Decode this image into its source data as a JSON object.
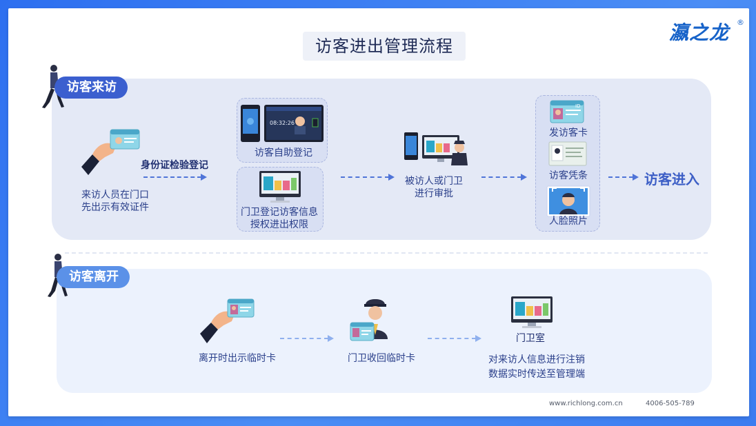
{
  "title": "访客进出管理流程",
  "logo": {
    "text": "瀛之龙",
    "registered": "®"
  },
  "enter": {
    "pill_label": "访客来访",
    "step_id_card": {
      "label_line1": "来访人员在门口",
      "label_line2": "先出示有效证件"
    },
    "arrow_label": "身份证检验登记",
    "self_service": {
      "label": "访客自助登记",
      "screen_time": "08:32:26"
    },
    "guard_register": {
      "label_line1": "门卫登记访客信息",
      "label_line2": "授权进出权限"
    },
    "approval": {
      "label_line1": "被访人或门卫",
      "label_line2": "进行审批"
    },
    "credentials": [
      {
        "label": "发访客卡",
        "badge": "ID"
      },
      {
        "label": "访客凭条"
      },
      {
        "label": "人脸照片"
      }
    ],
    "result": "访客进入"
  },
  "leave": {
    "pill_label": "访客离开",
    "step_show_card": {
      "label": "离开时出示临时卡"
    },
    "step_collect": {
      "label": "门卫收回临时卡"
    },
    "step_guard_room": {
      "title": "门卫室",
      "label_line1": "对来访人信息进行注销",
      "label_line2": "数据实时传送至管理端"
    }
  },
  "footer": {
    "website": "www.richlong.com.cn",
    "phone": "4006-505-789"
  },
  "colors": {
    "accent": "#3b5fcf",
    "arrow": "#4f74d8",
    "panel_enter": "#e4e9f6",
    "panel_leave": "#ecf2fd"
  }
}
